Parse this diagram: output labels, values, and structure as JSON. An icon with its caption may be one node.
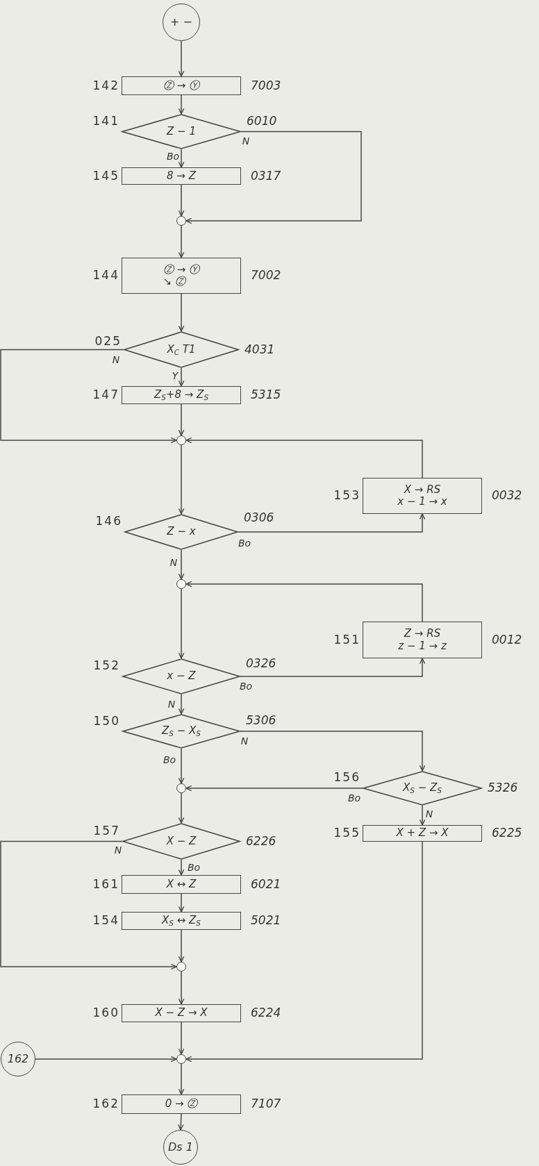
{
  "diagram": {
    "nodes": [
      {
        "text": [
          "+ −"
        ]
      },
      {
        "text": [
          "Ⓩ → Ⓨ"
        ],
        "beside": [
          "142",
          "7003"
        ]
      },
      {
        "text": [
          "Z − 1"
        ],
        "beside": [
          "141",
          "6010"
        ]
      },
      {
        "text": [
          "8 → Z"
        ],
        "beside": [
          "145",
          "0317"
        ]
      },
      {
        "text": [],
        "shape": "circle"
      },
      {
        "text": [
          "Ⓩ → Ⓨ",
          "↘ Ⓩ"
        ],
        "beside": [
          "144",
          "7002"
        ]
      },
      {
        "text": [
          "X$_{C}$ T1"
        ],
        "beside": [
          "025",
          "4031"
        ]
      },
      {
        "text": [
          "Z$_{S}$+8 → Z$_{S}$"
        ],
        "beside": [
          "147",
          "5315"
        ]
      },
      {
        "text": [],
        "shape": "circle"
      },
      {
        "text": [
          "X → RS",
          "x − 1 → x"
        ],
        "beside": [
          "153",
          "0032"
        ]
      },
      {
        "text": [
          "Z − x"
        ],
        "beside": [
          "146",
          "0306"
        ]
      },
      {
        "text": [],
        "shape": "circle"
      },
      {
        "text": [
          "Z → RS",
          "z − 1 → z"
        ],
        "beside": [
          "151",
          "0012"
        ]
      },
      {
        "text": [
          "x − Z"
        ],
        "beside": [
          "152",
          "0326"
        ]
      },
      {
        "text": [
          "Z$_{S}$ − X$_{S}$"
        ],
        "beside": [
          "150",
          "5306"
        ]
      },
      {
        "text": [],
        "shape": "circle"
      },
      {
        "text": [
          "X$_{S}$ − Z$_{S}$"
        ],
        "beside": [
          "156",
          "5326"
        ]
      },
      {
        "text": [
          "X + Z → X"
        ],
        "beside": [
          "155",
          "6225"
        ]
      },
      {
        "text": [
          "X − Z"
        ],
        "beside": [
          "157",
          "6226"
        ]
      },
      {
        "text": [
          "X ↔ Z"
        ],
        "beside": [
          "161",
          "6021"
        ]
      },
      {
        "text": [
          "X$_{S}$ ↔ Z$_{S}$"
        ],
        "beside": [
          "154",
          "5021"
        ]
      },
      {
        "text": [],
        "shape": "circle"
      },
      {
        "text": [
          "X − Z → X"
        ],
        "beside": [
          "160",
          "6224"
        ]
      },
      {
        "text": [
          "162"
        ]
      },
      {
        "text": [],
        "shape": "circle"
      },
      {
        "text": [
          "0 → Ⓩ"
        ],
        "beside": [
          "162",
          "7107"
        ]
      },
      {
        "text": [
          "Ds 1"
        ]
      }
    ],
    "edges": [
      {
        "from": 0,
        "to": 1,
        "arrow": "to"
      },
      {
        "from": 1,
        "to": 2,
        "arrow": "to"
      },
      {
        "from": 2,
        "to": 3,
        "arrow": "to",
        "label": "Bo"
      },
      {
        "from": 2,
        "to": 4,
        "arrow": "to",
        "label": "N"
      },
      {
        "from": 3,
        "to": 4,
        "arrow": "to"
      },
      {
        "from": 4,
        "to": 5,
        "arrow": "to"
      },
      {
        "from": 5,
        "to": 6,
        "arrow": "to"
      },
      {
        "from": 6,
        "to": 7,
        "arrow": "to",
        "label": "Y"
      },
      {
        "from": 6,
        "to": 8,
        "arrow": "to",
        "label": "N"
      },
      {
        "from": 7,
        "to": 8,
        "arrow": "to"
      },
      {
        "from": 8,
        "to": 10,
        "arrow": "to"
      },
      {
        "from": 10,
        "to": 9,
        "arrow": "to",
        "label": "Bo"
      },
      {
        "from": 9,
        "to": 8,
        "arrow": "to"
      },
      {
        "from": 10,
        "to": 11,
        "arrow": "to",
        "label": "N"
      },
      {
        "from": 11,
        "to": 13,
        "arrow": "to"
      },
      {
        "from": 13,
        "to": 12,
        "arrow": "to",
        "label": "Bo"
      },
      {
        "from": 12,
        "to": 11,
        "arrow": "to"
      },
      {
        "from": 13,
        "to": 14,
        "arrow": "to",
        "label": "N"
      },
      {
        "from": 14,
        "to": 16,
        "arrow": "to",
        "label": "N"
      },
      {
        "from": 14,
        "to": 15,
        "arrow": "to",
        "label": "Bo"
      },
      {
        "from": 16,
        "to": 15,
        "arrow": "to",
        "label": "Bo"
      },
      {
        "from": 16,
        "to": 17,
        "arrow": "to",
        "label": "N"
      },
      {
        "from": 15,
        "to": 18,
        "arrow": "to"
      },
      {
        "from": 18,
        "to": 19,
        "arrow": "to",
        "label": "Bo"
      },
      {
        "from": 18,
        "to": 21,
        "arrow": "to",
        "label": "N"
      },
      {
        "from": 19,
        "to": 20,
        "arrow": "to"
      },
      {
        "from": 20,
        "to": 21,
        "arrow": "to"
      },
      {
        "from": 21,
        "to": 22,
        "arrow": "to"
      },
      {
        "from": 22,
        "to": 24,
        "arrow": "to"
      },
      {
        "from": 23,
        "to": 24,
        "arrow": "to"
      },
      {
        "from": 17,
        "to": 24,
        "arrow": "to"
      },
      {
        "from": 24,
        "to": 25,
        "arrow": "to"
      },
      {
        "from": 25,
        "to": 26,
        "arrow": "to"
      }
    ]
  }
}
